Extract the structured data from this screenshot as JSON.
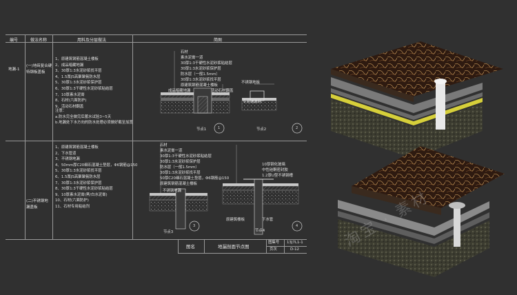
{
  "header": {
    "col_no": "编号",
    "col_name": "做法名称",
    "col_spec": "用料及分层做法",
    "col_fig": "简图"
  },
  "row1": {
    "code": "地漏-1",
    "name": "(一)地砖复合硬\n特钢板盖板",
    "items": [
      "1、原建筑钢筋混凝土楼板",
      "2、成品暗藏地漏",
      "3、30厚1:3水泥砂浆找平层",
      "4、1.5厚JS高聚聚氨防水层",
      "5、30厚1:3水泥砂浆保护层",
      "6、30厚1:3干硬性水泥砂浆粘结层",
      "7、10厚素水泥膏",
      "8、石材(六面防护)",
      "9、活动石材翻盖"
    ],
    "notes": [
      "注意：",
      "a.防水完全做完后蓄水试验3~5天",
      "b.地漏处下水方向的防水处理必须做好截至加宽"
    ],
    "fig_labels": [
      "石材",
      "素水泥膏一道",
      "30厚1:3干硬性水泥砂浆粘结层",
      "30厚1:3水泥砂浆保护层",
      "防水层（一般1.5mm）",
      "30厚1:3水泥砂浆找平层",
      "原建筑钢筋混凝土楼板",
      "成品暗藏地漏",
      "活动石材翻盖",
      "不锈钢地板",
      "专用铺漏网"
    ],
    "node1": "节点1",
    "node2": "节点2",
    "c1": "1",
    "c2": "2"
  },
  "row2": {
    "name": "(二)不锈钢地\n漏盖板",
    "items": [
      "1、原建筑钢筋混凝土楼板",
      "2、下水管道",
      "3、不锈钢地漏",
      "4、50mm厚C20细石混凝土垫层，Φ6钢筋@150",
      "5、30厚1:3水泥砂浆找平层",
      "6、1.5厚JS高聚聚氨防水层",
      "7、30厚1:3水泥砂浆保护层",
      "8、30厚1:3干硬性水泥砂浆粘结层",
      "9、10厚素水泥膏(黑/白水泥膏)",
      "10、石材(六面防护)",
      "11、石材专用粘结剂"
    ],
    "fig_labels": [
      "石材",
      "素水泥膏一道",
      "30厚1:3干硬性水泥砂浆粘结层",
      "30厚1:3水泥砂浆保护层",
      "防水层（一般1.5mm）",
      "30厚1:3水泥砂浆找平层",
      "50厚C20细石混凝土垫层，Φ6钢筋@150",
      "原建筑钢筋混凝土楼板",
      "不锈钢地漏",
      "10厚钢化玻璃",
      "中性硅酮密封胶",
      "1.2厚U型不锈钢槽",
      "原建筑楼板",
      "下水管"
    ],
    "node3": "节点3",
    "node4": "节点4",
    "c3": "3",
    "c4": "4"
  },
  "title_block": {
    "label": "图名",
    "title": "地漏剖面节点图",
    "no_label": "图集号",
    "no": "13J7L1-1",
    "page_label": "页次",
    "page": "D-12"
  },
  "watermark": "淘宝 · 素材",
  "colors": {
    "bg": "#303030",
    "line": "#9a9a9a",
    "marble": "#3a2418",
    "yellow": "#d6cf3a",
    "gravel": "#4a4a3a"
  }
}
